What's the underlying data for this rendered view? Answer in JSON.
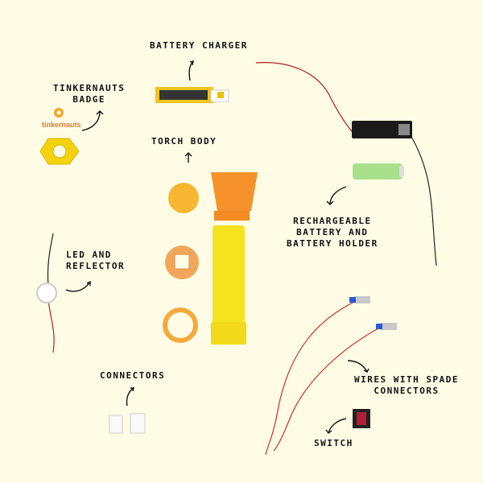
{
  "background_color": "#FFFCE6",
  "accent_color": "#F5D20F",
  "labels": {
    "battery_charger": "BATTERY CHARGER",
    "tinkernauts_badge": [
      "TINKERNAUTS",
      "BADGE"
    ],
    "torch_body": "TORCH BODY",
    "rechargeable": [
      "RECHARGEABLE",
      "BATTERY AND",
      "BATTERY HOLDER"
    ],
    "led_reflector": [
      "LED AND",
      "REFLECTOR"
    ],
    "connectors": "CONNECTORS",
    "wires": [
      "WIRES WITH SPADE",
      "CONNECTORS"
    ],
    "switch": "SWITCH"
  },
  "logo": {
    "text": "tinkernauts",
    "icon": "tinkernauts-logo-icon"
  }
}
